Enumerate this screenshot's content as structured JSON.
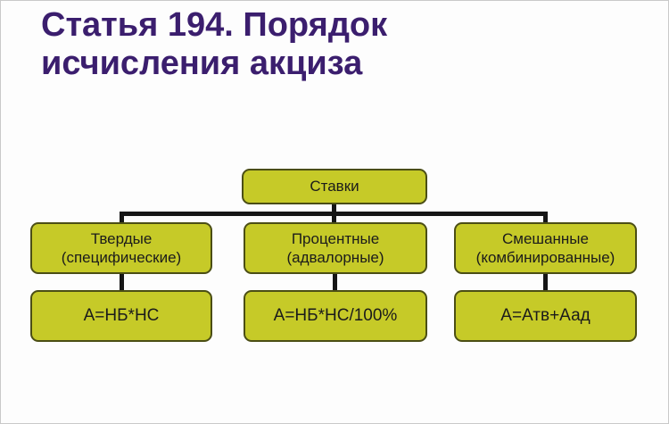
{
  "slide": {
    "title": "Статья 194. Порядок исчисления акциза"
  },
  "diagram": {
    "root": {
      "label": "Ставки"
    },
    "branches": [
      {
        "line1": "Твердые",
        "line2": "(специфические)",
        "formula": "А=НБ*НС"
      },
      {
        "line1": "Процентные",
        "line2": "(адвалорные)",
        "formula": "А=НБ*НС/100%"
      },
      {
        "line1": "Смешанные",
        "line2": "(комбинированные)",
        "formula": "А=Атв+Аад"
      }
    ]
  },
  "colors": {
    "title_text": "#3b1e6e",
    "node_fill": "#c6ca28",
    "node_border": "#4b4e15",
    "connector": "#161616",
    "background": "#fdfdfd"
  }
}
